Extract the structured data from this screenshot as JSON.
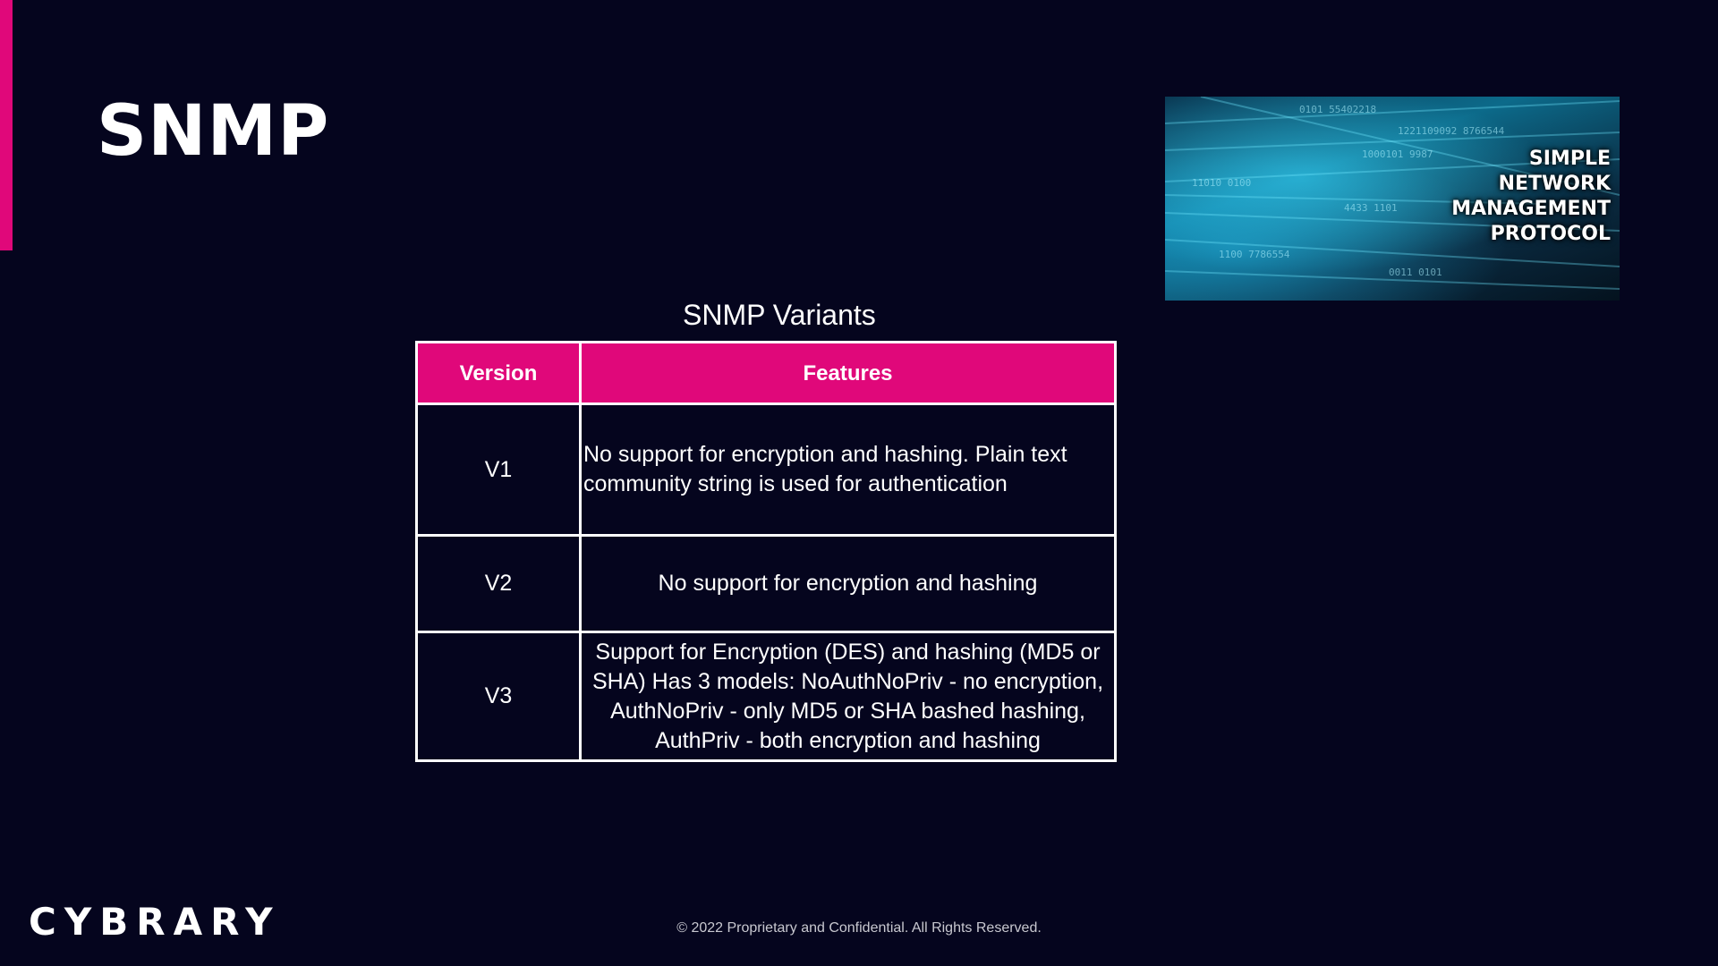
{
  "slide": {
    "title": "SNMP",
    "accent_color": "#e0087a",
    "background_color": "#05051e"
  },
  "banner": {
    "lines": [
      "SIMPLE",
      "NETWORK",
      "MANAGEMENT",
      "PROTOCOL"
    ]
  },
  "table": {
    "caption": "SNMP Variants",
    "headers": [
      "Version",
      "Features"
    ],
    "rows": [
      {
        "version": "V1",
        "features": "No support for encryption and hashing. Plain text community string is used for authentication"
      },
      {
        "version": "V2",
        "features": "No support for encryption and hashing"
      },
      {
        "version": "V3",
        "features": "Support for Encryption (DES) and hashing (MD5 or SHA) Has 3 models: NoAuthNoPriv - no encryption, AuthNoPriv - only MD5 or SHA bashed hashing, AuthPriv - both encryption and hashing"
      }
    ]
  },
  "footer": {
    "logo": "CYBRARY",
    "copyright": "© 2022 Proprietary and Confidential. All Rights Reserved."
  }
}
